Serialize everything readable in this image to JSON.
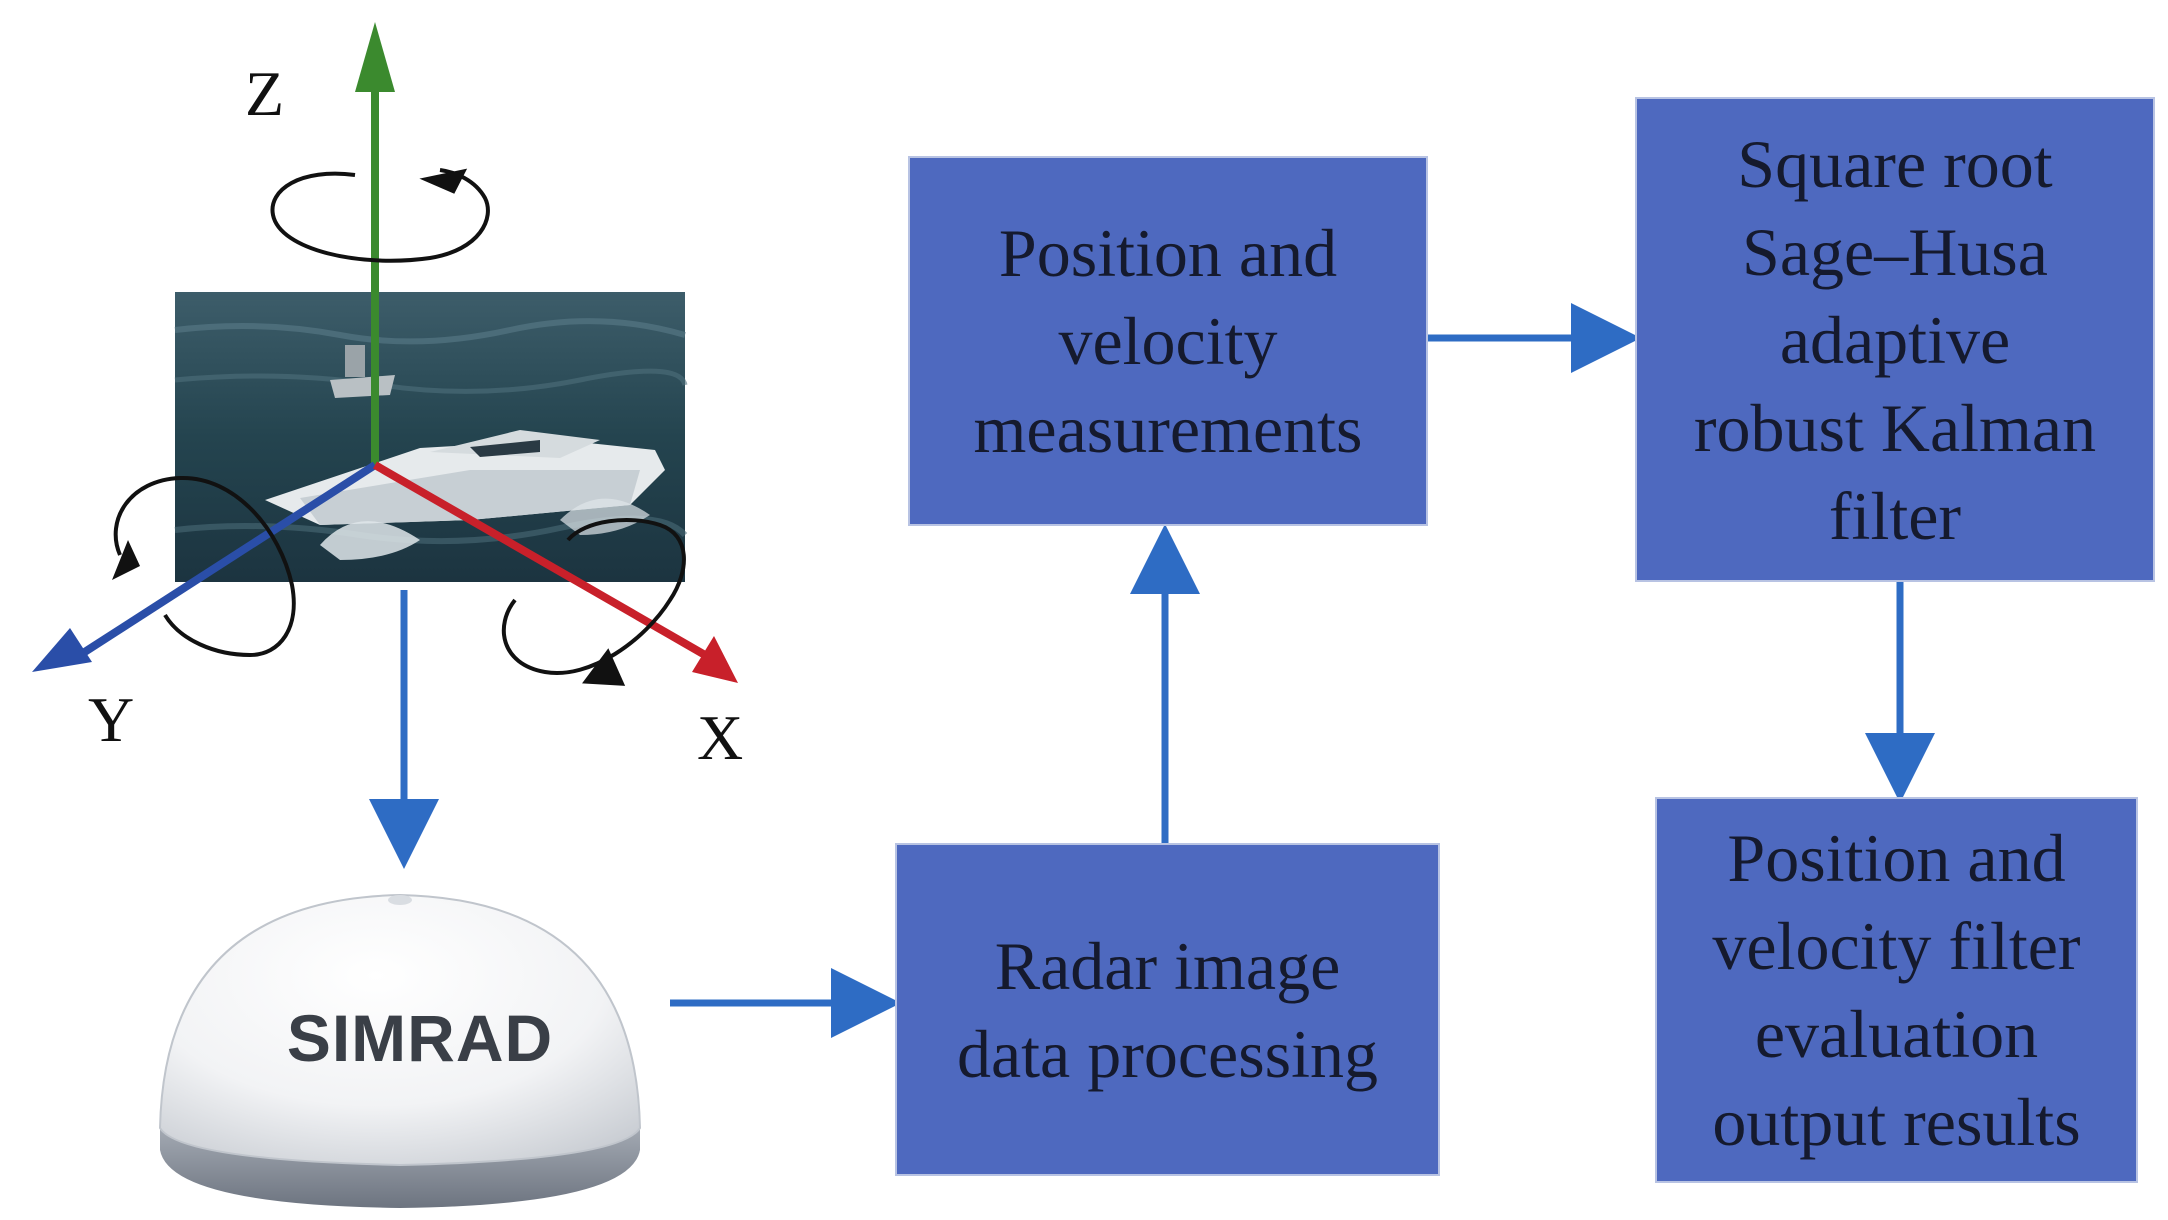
{
  "axes": {
    "z_label": "Z",
    "y_label": "Y",
    "x_label": "X",
    "colors": {
      "z": "#3b8a2e",
      "y": "#2a4ea8",
      "x": "#c8202a"
    }
  },
  "radar": {
    "brand_text": "SIMRAD"
  },
  "boxes": {
    "position_velocity": "Position and\nvelocity\nmeasurements",
    "square_root_filter": "Square root\nSage–Husa\nadaptive\nrobust Kalman\nfilter",
    "radar_processing": "Radar image\ndata processing",
    "filter_output": "Position and\nvelocity filter\nevaluation\noutput results"
  },
  "colors": {
    "box_fill": "#4e69bf",
    "box_border": "#b8c3e3",
    "arrow": "#2e6cc4",
    "text": "#151a2e"
  },
  "icons": [
    "boat-photo",
    "radar-dome",
    "rotation-arrow"
  ]
}
